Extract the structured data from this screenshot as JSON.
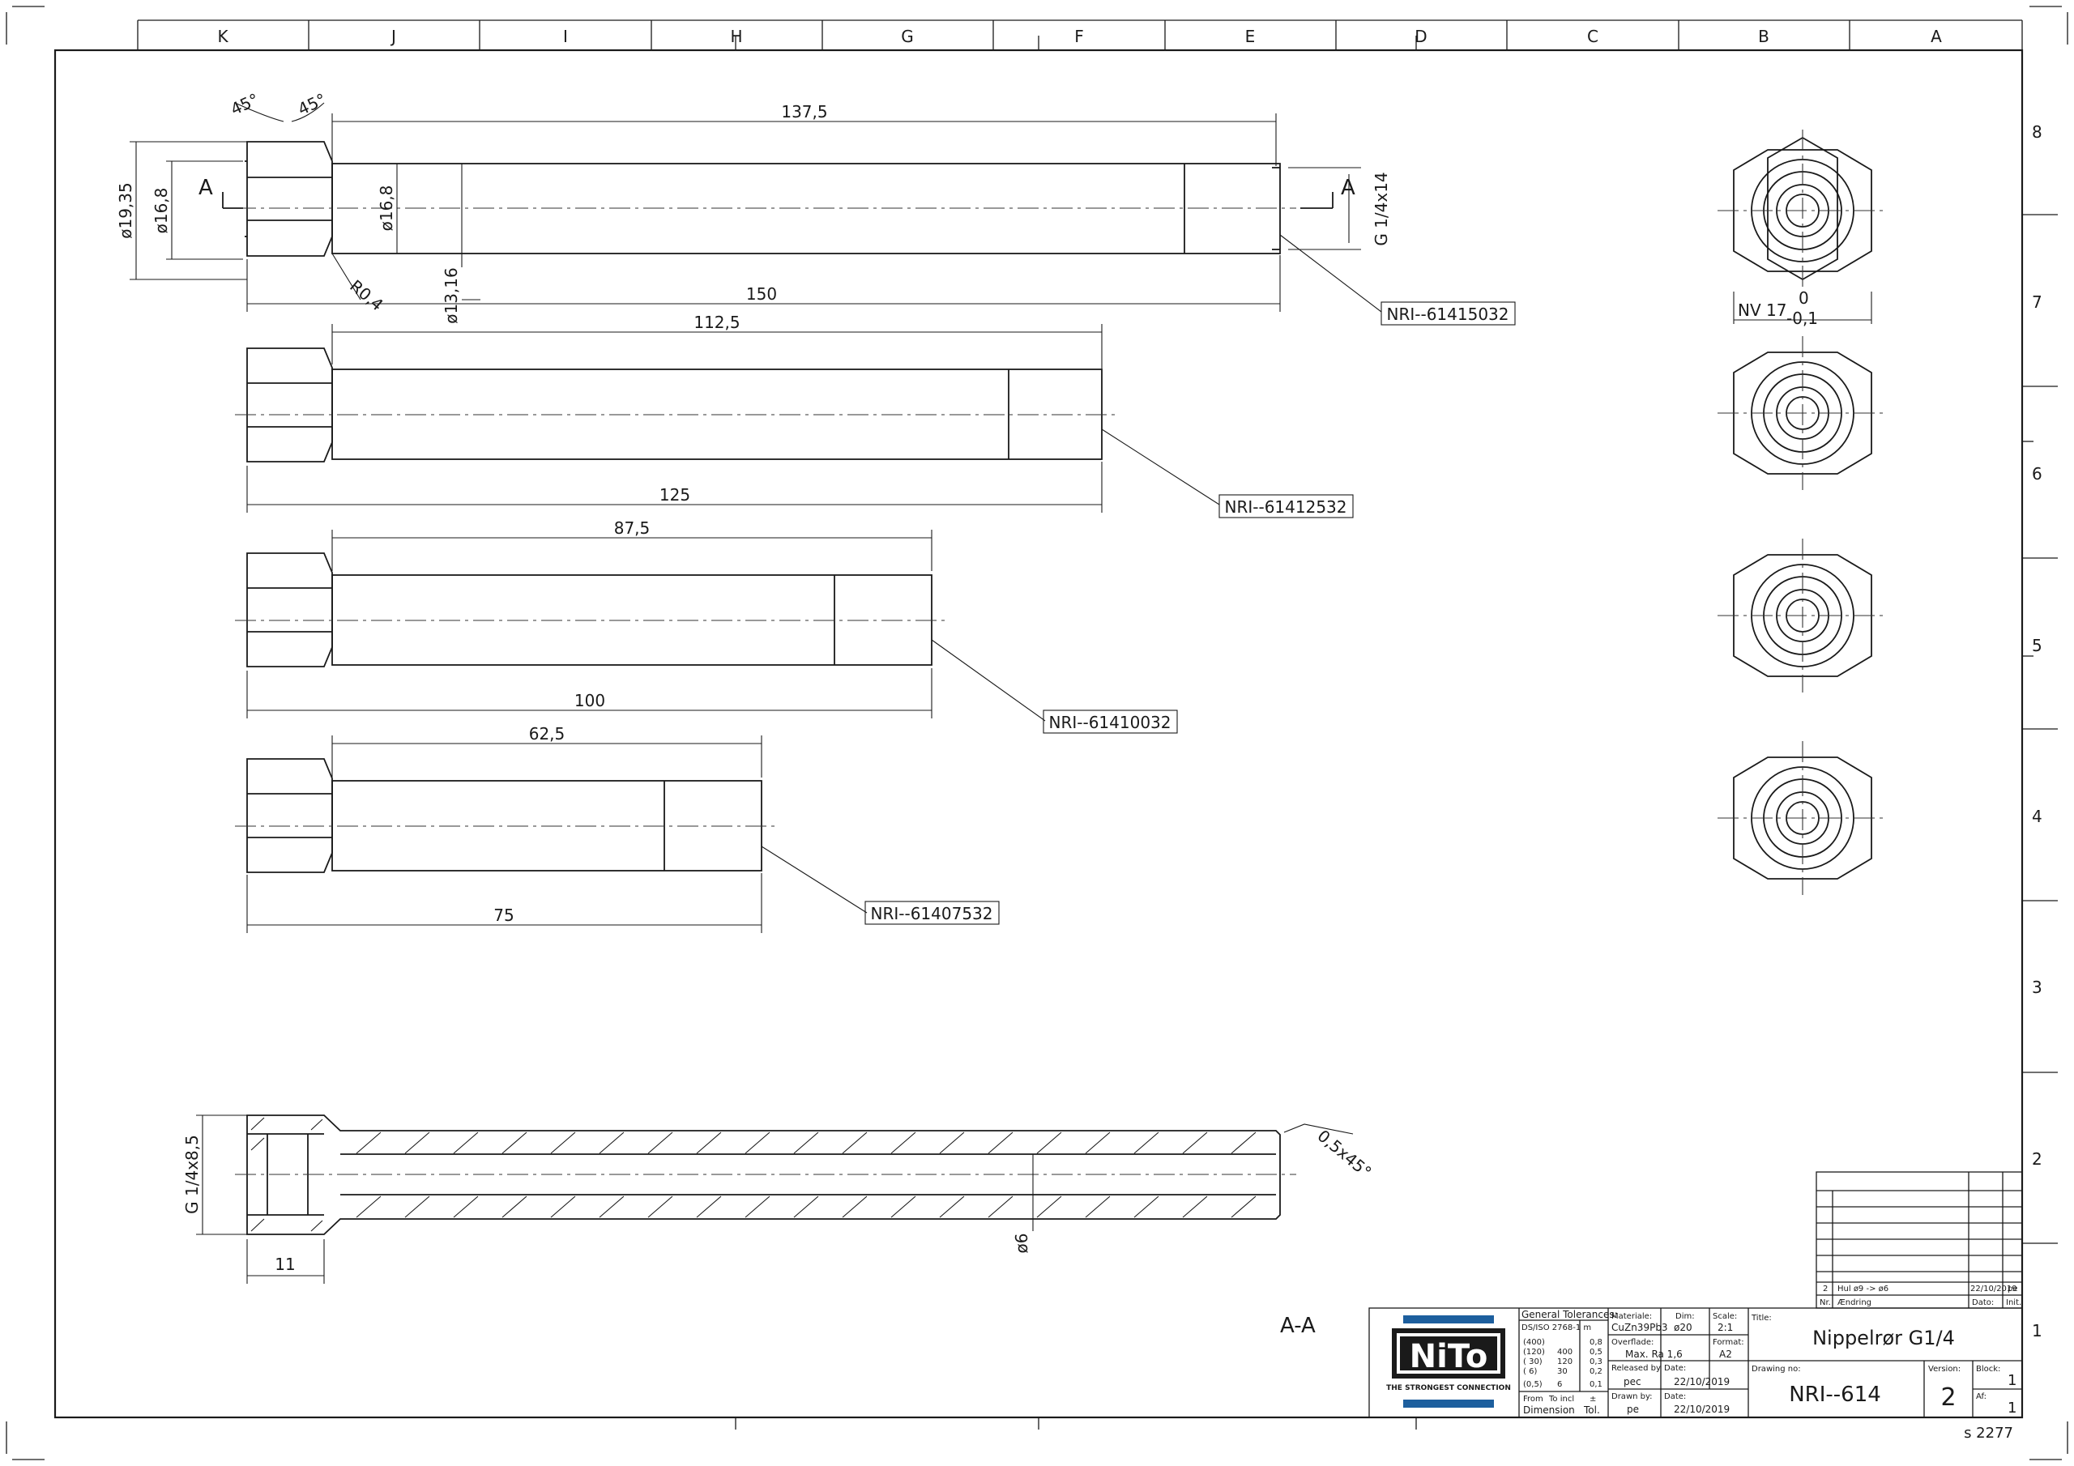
{
  "grid": {
    "columns": [
      "K",
      "J",
      "I",
      "H",
      "G",
      "F",
      "E",
      "D",
      "C",
      "B",
      "A"
    ],
    "rows": [
      "8",
      "7",
      "6",
      "5",
      "4",
      "3",
      "2",
      "1"
    ]
  },
  "views": {
    "section_label": "A-A",
    "section_marker": "A",
    "nv_label": "NV 17",
    "nv_tol_upper": "0",
    "nv_tol_lower": "-0,1"
  },
  "dimensions": {
    "d_19_35": "ø19,35",
    "d_16_8_a": "ø16,8",
    "d_16_8_b": "ø16,8",
    "d_13_16": "ø13,16",
    "angle_1": "45°",
    "angle_2": "45°",
    "radius": "R0,4",
    "thread_side": "G 1/4x14",
    "len_137_5": "137,5",
    "len_150": "150",
    "len_112_5": "112,5",
    "len_125": "125",
    "len_87_5": "87,5",
    "len_100": "100",
    "len_62_5": "62,5",
    "len_75": "75",
    "sec_thread": "G 1/4x8,5",
    "sec_chamfer": "0,5x45°",
    "sec_11": "11",
    "sec_bore": "ø6"
  },
  "parts": [
    {
      "number": "NRI--61415032"
    },
    {
      "number": "NRI--61412532"
    },
    {
      "number": "NRI--61410032"
    },
    {
      "number": "NRI--61407532"
    }
  ],
  "revision": {
    "row_nr": "2",
    "row_change": "Hul ø9 -> ø6",
    "row_date": "22/10/2019",
    "row_init": "pe",
    "hdr_nr": "Nr.",
    "hdr_change": "Ændring",
    "hdr_date": "Dato:",
    "hdr_init": "Init."
  },
  "title_block": {
    "logo_text": "NiTo",
    "logo_tagline": "THE STRONGEST CONNECTION",
    "tol_header": "General Tolerances:",
    "tol_standard": "DS/ISO 2768-1 m",
    "tol_rows": [
      {
        "range": "(400)",
        "to": "",
        "tol": "0,8"
      },
      {
        "range": "(120)",
        "to": "400",
        "tol": "0,5"
      },
      {
        "range": "( 30)",
        "to": "120",
        "tol": "0,3"
      },
      {
        "range": "( 6)",
        "to": "30",
        "tol": "0,2"
      },
      {
        "range": "(0,5)",
        "to": "6",
        "tol": "0,1"
      }
    ],
    "tol_from": "From",
    "tol_to_incl": "To incl",
    "tol_pm": "±",
    "tol_dimension": "Dimension",
    "tol_tol": "Tol.",
    "material_label": "Materiale:",
    "material": "CuZn39Pb3",
    "dim_label": "Dim:",
    "dim": "ø20",
    "scale_label": "Scale:",
    "scale": "2:1",
    "surface_label": "Overflade:",
    "surface": "Max. Ra 1,6",
    "format_label": "Format:",
    "format": "A2",
    "released_label": "Released by",
    "released": "pec",
    "date_label_1": "Date:",
    "date_1": "22/10/2019",
    "drawn_label": "Drawn by:",
    "drawn": "pe",
    "date_label_2": "Date:",
    "date_2": "22/10/2019",
    "title_label": "Title:",
    "title": "Nippelrør G1/4",
    "drawing_no_label": "Drawing no:",
    "drawing_no": "NRI--614",
    "version_label": "Version:",
    "version": "2",
    "block_label": "Block:",
    "block": "1",
    "af_label": "Af:",
    "af": "1"
  },
  "sheet_code": "s 2277",
  "colors": {
    "logo_blue": "#1d5f9e",
    "line": "#1a1a1a"
  }
}
